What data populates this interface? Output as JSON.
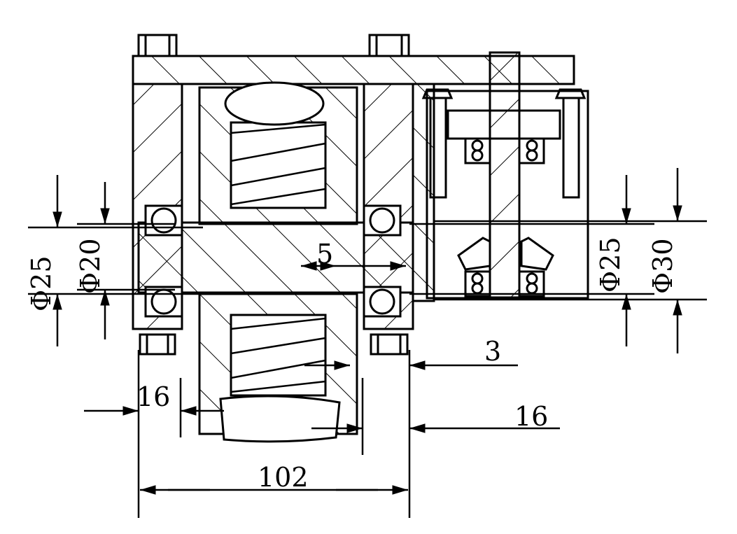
{
  "dimensions": {
    "dia_left_outer": "Φ25",
    "dia_left_inner": "Φ20",
    "dia_right_inner": "Φ25",
    "dia_right_outer": "Φ30",
    "gap_center": "5",
    "gap_right": "3",
    "width_left": "16",
    "width_right": "16",
    "total_width": "102"
  },
  "colors": {
    "line": "#000000",
    "background": "#ffffff"
  }
}
